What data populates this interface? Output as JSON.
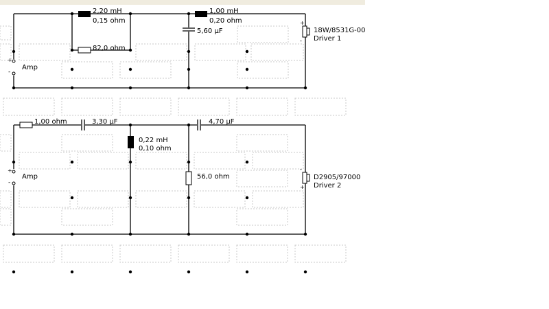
{
  "colors": {
    "wire": "#000000",
    "slot_border": "#c8c8c8",
    "top_strip": "#f0ecdf",
    "background": "#ffffff"
  },
  "circuit_top": {
    "inductor_1": {
      "value": "2,20 mH",
      "resistance": "0,15 ohm"
    },
    "resistor_parallel": {
      "value": "82,0 ohm"
    },
    "inductor_2": {
      "value": "1,00 mH",
      "resistance": "0,20 ohm"
    },
    "capacitor_shunt": {
      "value": "5,60 µF"
    },
    "driver": {
      "model": "18W/8531G-00",
      "name": "Driver 1"
    },
    "amp": {
      "label": "Amp",
      "plus": "+",
      "minus": "-"
    }
  },
  "circuit_bottom": {
    "resistor_series": {
      "value": "1,00 ohm"
    },
    "capacitor_1": {
      "value": "3,30 µF"
    },
    "capacitor_2": {
      "value": "4,70 µF"
    },
    "inductor_shunt": {
      "value": "0,22 mH",
      "resistance": "0,10 ohm"
    },
    "resistor_shunt": {
      "value": "56,0 ohm"
    },
    "driver": {
      "model": "D2905/97000",
      "name": "Driver 2"
    },
    "amp": {
      "label": "Amp",
      "plus": "+",
      "minus": "-"
    }
  }
}
